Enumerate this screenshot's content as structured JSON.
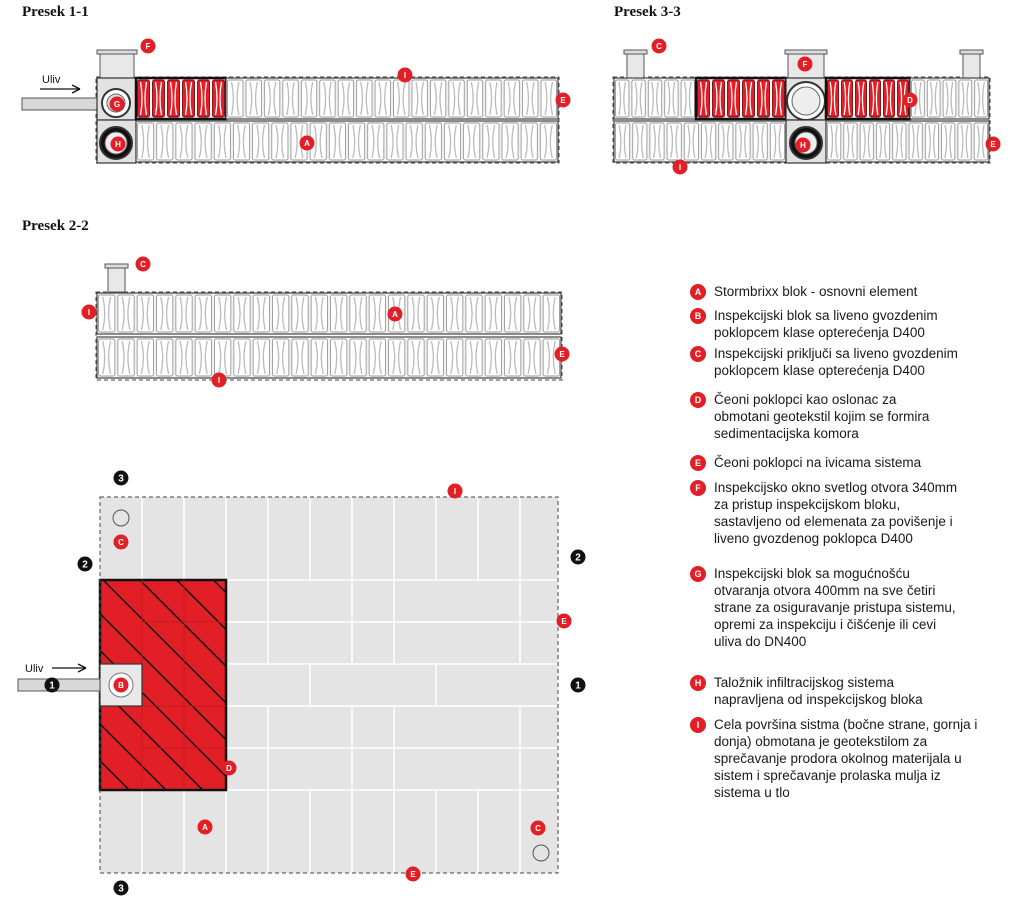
{
  "sections": {
    "s11": "Presek 1-1",
    "s33": "Presek 3-3",
    "s22": "Presek 2-2"
  },
  "inlet_label": "Uliv",
  "section_markers": [
    "1",
    "2",
    "3"
  ],
  "colors": {
    "accent": "#e21f26",
    "block": "#e6e6e6",
    "outline": "#333333"
  },
  "legend": [
    {
      "key": "A",
      "text": "Stormbrixx blok - osnovni element"
    },
    {
      "key": "B",
      "text": "Inspekcijski blok sa liveno gvozdenim\npoklopcem klase opterećenja D400"
    },
    {
      "key": "C",
      "text": "Inspekcijski priključi sa liveno gvozdenim\npoklopcem klase opterećenja D400"
    },
    {
      "key": "D",
      "text": "Čeoni poklopci kao oslonac za\nobmotani geotekstil kojim se formira\nsedimentacijska komora"
    },
    {
      "key": "E",
      "text": "Čeoni poklopci na ivicama sistema"
    },
    {
      "key": "F",
      "text": "Inspekcijsko okno svetlog otvora 340mm\nza pristup inspekcijskom bloku,\nsastavljeno od elemenata za povišenje i\nliveno gvozdenog poklopca D400"
    },
    {
      "key": "G",
      "text": "Inspekcijski blok sa mogućnošću\notvaranja otvora 400mm na sve četiri\nstrane za osiguravanje pristupa sistemu,\nopremi za inspekciju i čišćenje ili cevi\nuliva do DN400"
    },
    {
      "key": "H",
      "text": "Taložnik infiltracijskog sistema\nnapravljena od inspekcijskog bloka"
    },
    {
      "key": "I",
      "text": "Cela površina sistma (bočne strane, gornja i\ndonja) obmotana je geotekstilom za\nsprečavanje prodora okolnog materijala u\nsistem i sprečavanje prolaska mulja iz\nsistema u tlo"
    }
  ]
}
